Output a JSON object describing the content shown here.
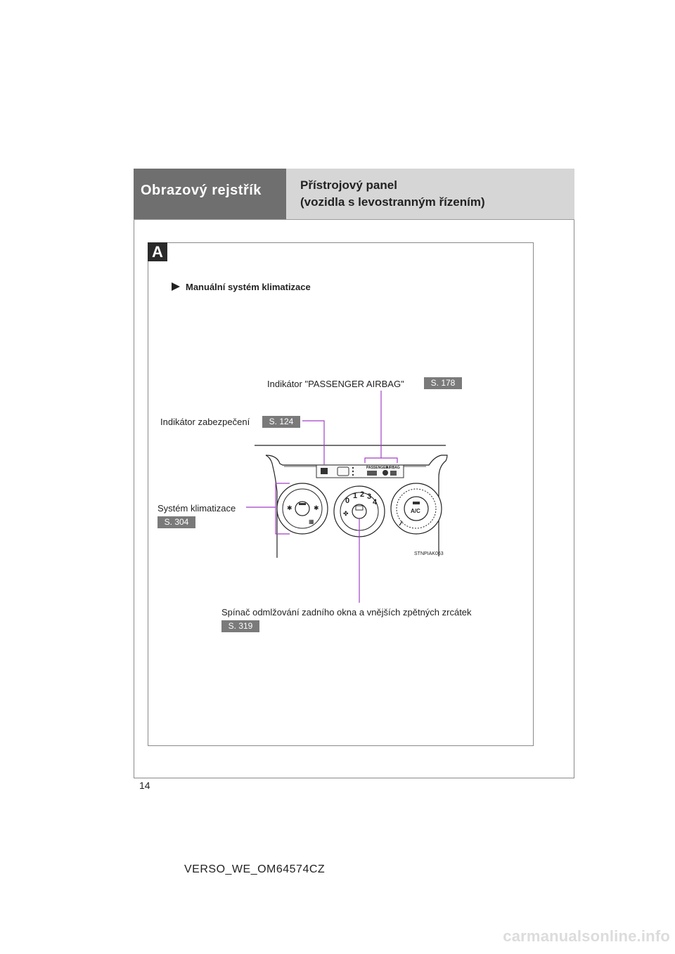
{
  "header": {
    "section_title": "Obrazový rejstřík",
    "page_title_line1": "Přístrojový panel",
    "page_title_line2": "(vozidla s levostranným řízením)"
  },
  "panel": {
    "tag": "A",
    "subheading": "Manuální systém klimatizace",
    "callouts": {
      "airbag": {
        "label": "Indikátor \"PASSENGER AIRBAG\"",
        "ref": "S. 178"
      },
      "security": {
        "label": "Indikátor zabezpečení",
        "ref": "S. 124"
      },
      "climate": {
        "label": "Systém klimatizace",
        "ref": "S. 304"
      },
      "defogger": {
        "label": "Spínač odmlžování zadního okna a vnějších zpětných zrcátek",
        "ref": "S. 319"
      }
    },
    "illustration": {
      "code": "STNPIAK063",
      "strip_text_1": "PASSENGER",
      "strip_text_2": "AIRBAG",
      "ac_label": "A/C",
      "fan_speeds": [
        "0",
        "1",
        "2",
        "3",
        "4"
      ],
      "callout_line_color": "#a23fc8"
    }
  },
  "page_number": "14",
  "footer": "VERSO_WE_OM64574CZ",
  "watermark": "carmanualsonline.info"
}
